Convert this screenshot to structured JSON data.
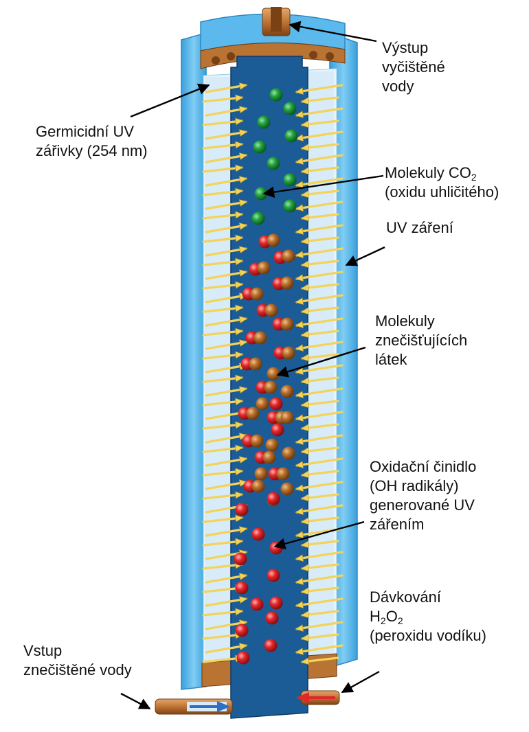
{
  "labels": {
    "outlet": [
      "Výstup",
      "vyčištěné",
      "vody"
    ],
    "lamps": [
      "Germicidní UV",
      "zářivky (254 nm)"
    ],
    "co2": {
      "main": "Molekuly CO",
      "sub": "2",
      "line2": "(oxidu uhličitého)"
    },
    "uv_radiation": "UV záření",
    "pollutants": [
      "Molekuly",
      "znečišťujících",
      "látek"
    ],
    "oxidant": [
      "Oxidační činidlo",
      "(OH radikály)",
      "generované UV",
      "zářením"
    ],
    "dosing": {
      "line1": "Dávkování",
      "h": "H",
      "h_sub": "2",
      "o": "O",
      "o_sub": "2",
      "line3": "(peroxidu vodíku)"
    },
    "inlet": [
      "Vstup",
      "znečištěné vody"
    ]
  },
  "colors": {
    "outer_shell": "#5cb9ee",
    "outer_shell_edge": "#2d87bf",
    "lamp_zone": "#cfe8f6",
    "inner_tube": "#1c5c96",
    "uv_arrow": "#f3d35a",
    "copper": "#c07a3c",
    "co2_molecule": "#1f9a3a",
    "pollutant_molecule": "#b06a28",
    "oh_radical": "#e0282c"
  },
  "icons": [
    "uv-arrow-icon",
    "co2-molecule-icon",
    "pollutant-molecule-icon",
    "oh-radical-icon",
    "flow-arrow-icon"
  ]
}
